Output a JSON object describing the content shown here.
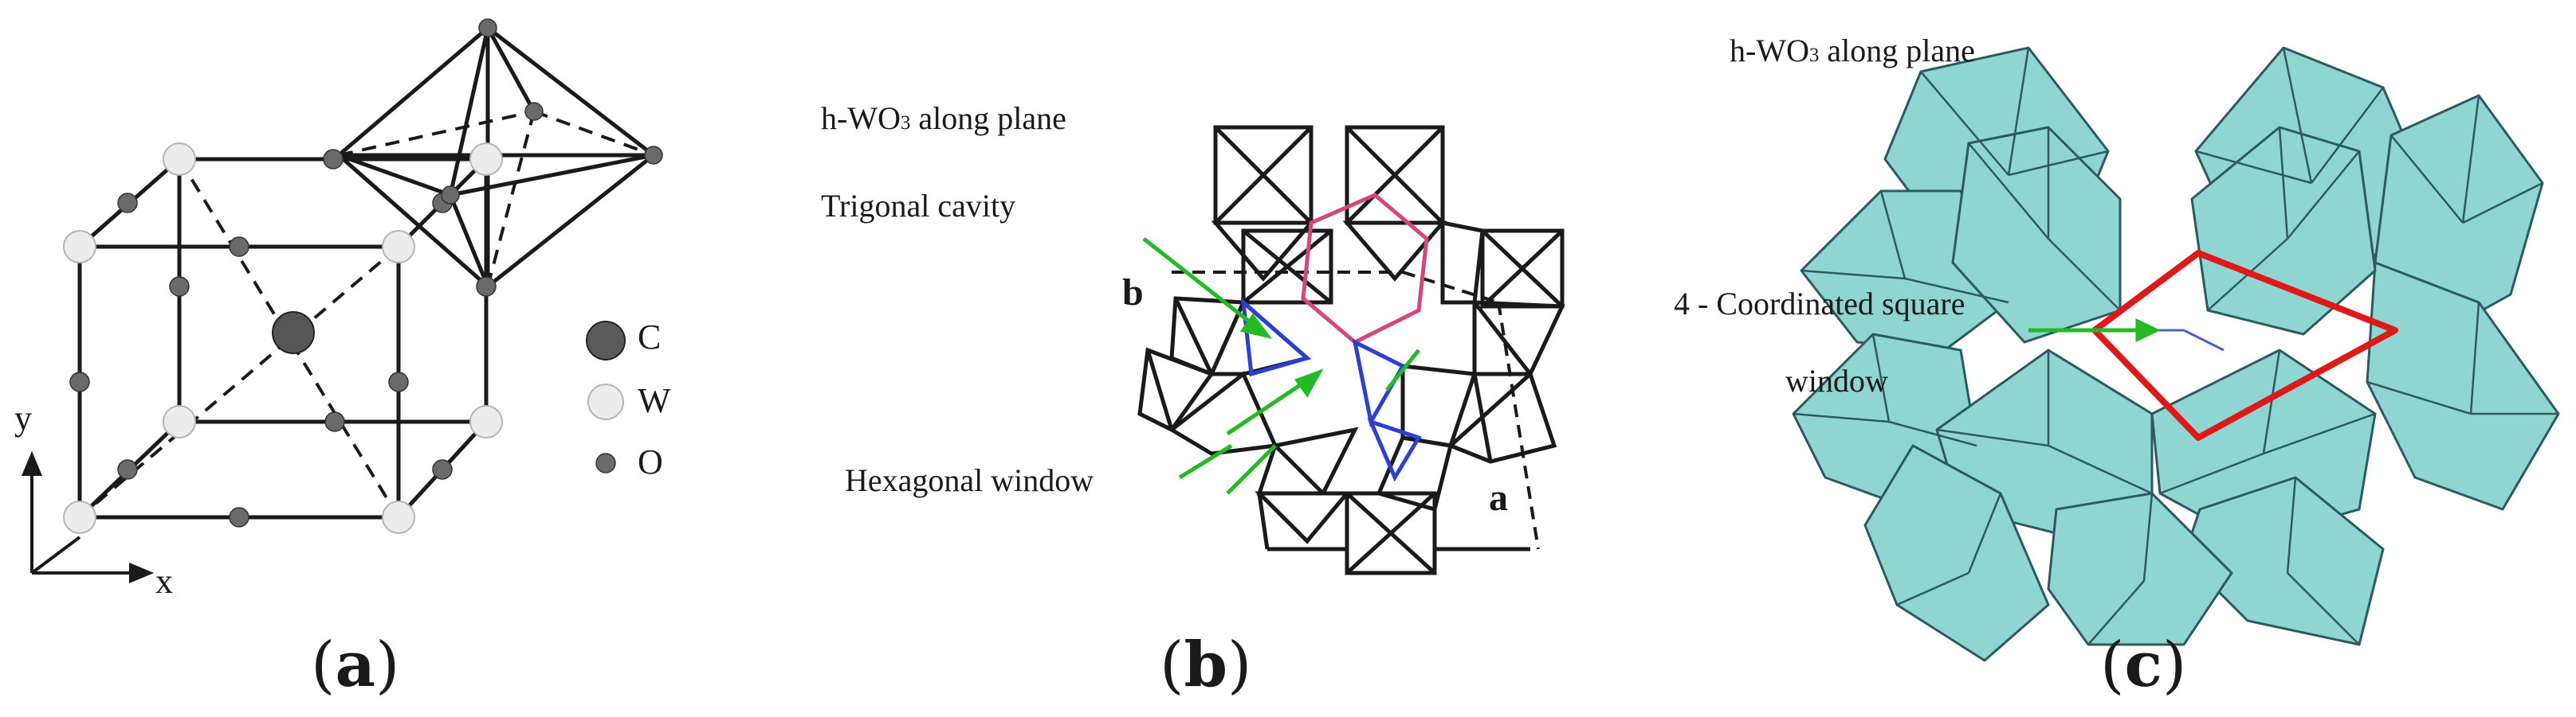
{
  "panel_a": {
    "caption_letter": "a",
    "axis_y": "y",
    "axis_x": "x",
    "legend": [
      {
        "symbol": "C",
        "label": "C",
        "color": "#5a5a5a"
      },
      {
        "symbol": "W",
        "label": "W",
        "color": "#e8e8e8"
      },
      {
        "symbol": "O",
        "label": "O",
        "color": "#6a6a6a"
      }
    ]
  },
  "panel_b": {
    "caption_letter": "b",
    "title_prefix": "h-WO",
    "title_sub": "3",
    "title_suffix": " along plane",
    "trigonal_label": "Trigonal cavity",
    "hexagonal_label": "Hexagonal window",
    "axis_a": "a",
    "axis_b": "b"
  },
  "panel_c": {
    "caption_letter": "c",
    "title_prefix": "h-WO",
    "title_sub": "3",
    "title_suffix": " along plane",
    "window_label_line1": "4 - Coordinated square",
    "window_label_line2": "window",
    "octahedra_color": "#8fd6d2",
    "square_color": "#e01818",
    "arrow_color": "#22bb22"
  }
}
